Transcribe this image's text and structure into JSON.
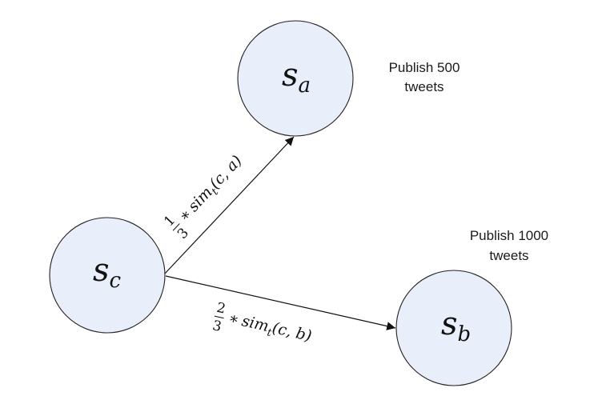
{
  "nodes": {
    "a": {
      "base": "s",
      "sub": "a",
      "note_line1": "Publish 500",
      "note_line2": "tweets"
    },
    "b": {
      "base": "s",
      "sub": "b",
      "note_line1": "Publish 1000",
      "note_line2": "tweets"
    },
    "c": {
      "base": "s",
      "sub": "c"
    }
  },
  "edges": {
    "c_to_a": {
      "frac_num": "1",
      "frac_den": "3",
      "op": "∗",
      "func": "sim",
      "func_sub": "t",
      "args": "(c, a)"
    },
    "c_to_b": {
      "frac_num": "2",
      "frac_den": "3",
      "op": "∗",
      "func": "sim",
      "func_sub": "t",
      "args": "(c, b)"
    }
  },
  "colors": {
    "node_fill": "#e8effa",
    "stroke": "#222222"
  }
}
